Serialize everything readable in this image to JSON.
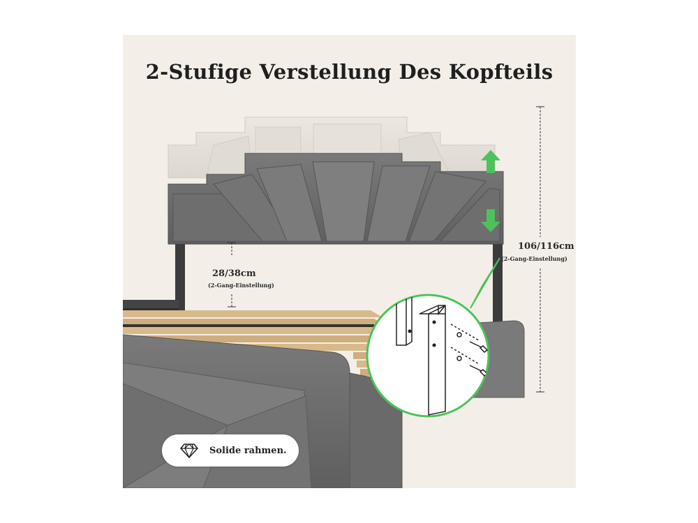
{
  "title": "2-Stufige Verstellung Des Kopfteils",
  "leg_height": {
    "value": "28/38cm",
    "note": "(2-Gang-Einstellung)"
  },
  "total_height": {
    "value": "106/116cm",
    "note": "(2-Gang-Einstellung)"
  },
  "badge": {
    "icon": "diamond-icon",
    "label": "Solide rahmen."
  },
  "colors": {
    "background": "#f3efe8",
    "upholstery_dark": "#6b6b6b",
    "upholstery_light": "#e7e3dc",
    "arrow_green": "#4cc35a",
    "slats": "#d7b98b",
    "leg": "#3c3c3c"
  }
}
